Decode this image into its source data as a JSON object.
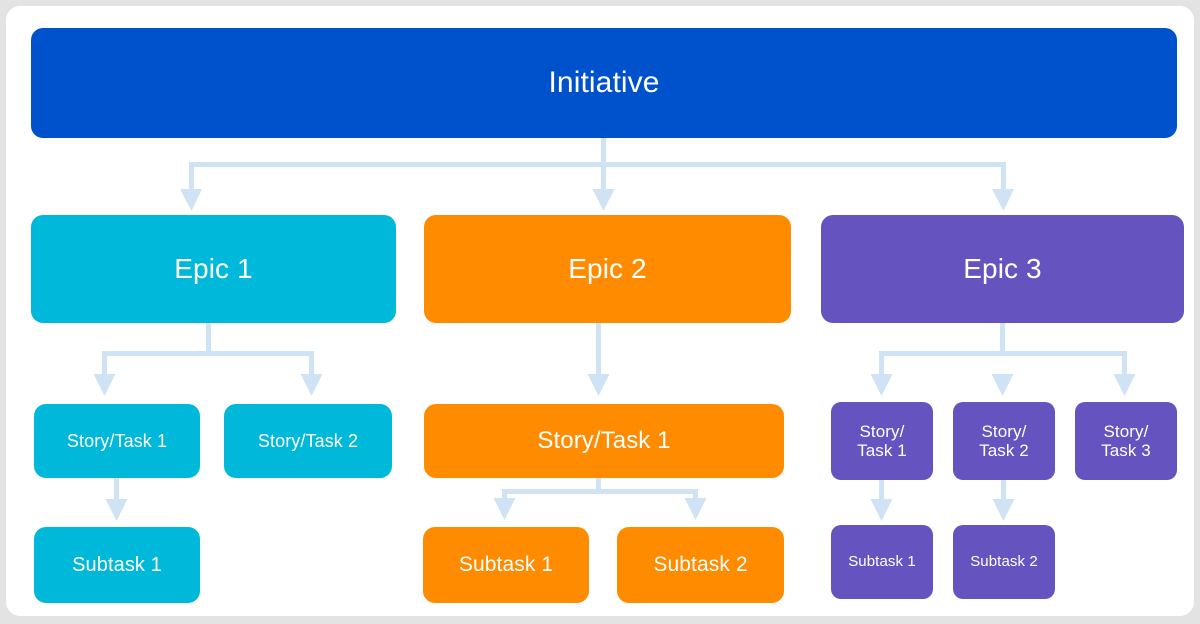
{
  "diagram": {
    "title": "Agile hierarchy: Initiative to Epics to Stories/Tasks to Subtasks",
    "background": "#e3e3e3",
    "card_background": "#ffffff",
    "connector_color": "#cfe3f5",
    "palette": {
      "initiative_blue": "#0052CC",
      "epic1_cyan": "#00B8D9",
      "epic2_orange": "#FF8B00",
      "epic3_purple": "#6554C0",
      "text_on_node": "#FFFFFF"
    },
    "levels": [
      "Initiative",
      "Epic",
      "Story/Task",
      "Subtask"
    ],
    "nodes": {
      "initiative": {
        "label": "Initiative"
      },
      "epic1": {
        "label": "Epic 1"
      },
      "epic2": {
        "label": "Epic 2"
      },
      "epic3": {
        "label": "Epic 3"
      },
      "epic1_story1": {
        "label": "Story/Task 1"
      },
      "epic1_story2": {
        "label": "Story/Task 2"
      },
      "epic1_sub1": {
        "label": "Subtask 1"
      },
      "epic2_story1": {
        "label": "Story/Task 1"
      },
      "epic2_sub1": {
        "label": "Subtask 1"
      },
      "epic2_sub2": {
        "label": "Subtask 2"
      },
      "epic3_story1": {
        "label": "Story/\nTask 1"
      },
      "epic3_story2": {
        "label": "Story/\nTask 2"
      },
      "epic3_story3": {
        "label": "Story/\nTask 3"
      },
      "epic3_sub1": {
        "label": "Subtask 1"
      },
      "epic3_sub2": {
        "label": "Subtask 2"
      }
    }
  }
}
